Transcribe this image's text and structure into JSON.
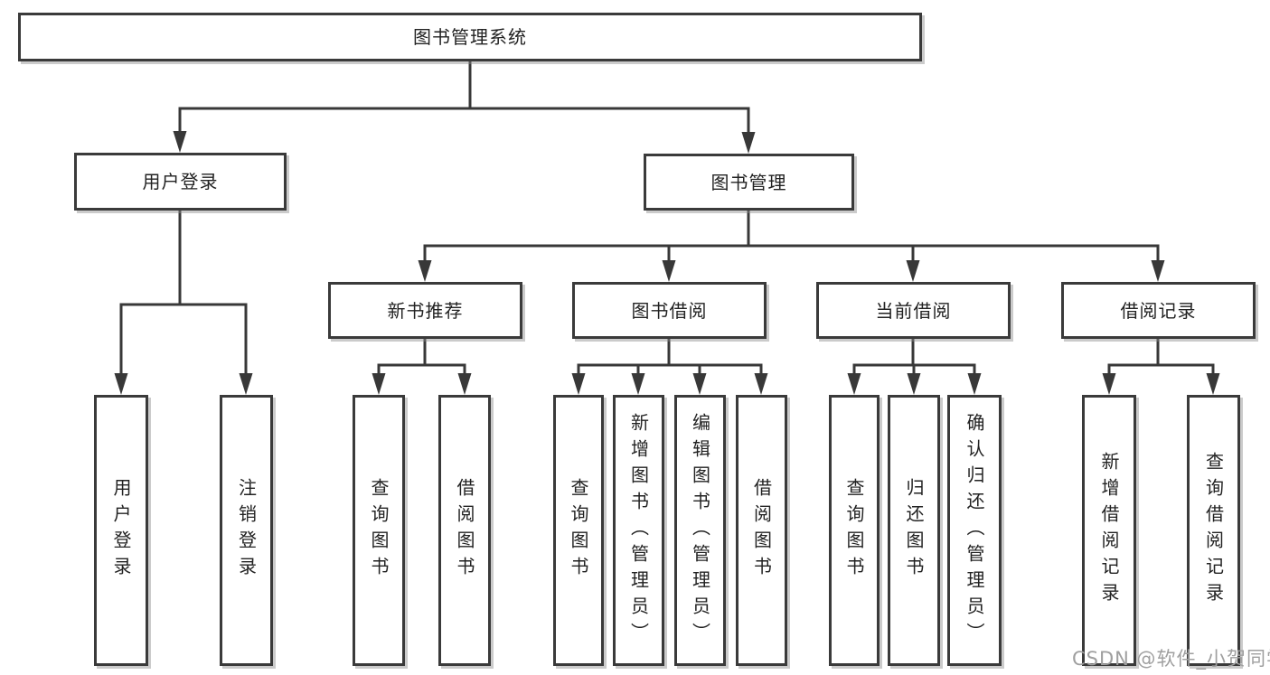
{
  "diagram": {
    "title": "图书管理系统",
    "nodes": [
      {
        "id": "root",
        "label": "图书管理系统",
        "vertical": false
      },
      {
        "id": "user-login",
        "label": "用户登录",
        "vertical": false
      },
      {
        "id": "book-mgmt",
        "label": "图书管理",
        "vertical": false
      },
      {
        "id": "new-books",
        "label": "新书推荐",
        "vertical": false
      },
      {
        "id": "book-borrow",
        "label": "图书借阅",
        "vertical": false
      },
      {
        "id": "current-borrow",
        "label": "当前借阅",
        "vertical": false
      },
      {
        "id": "borrow-records",
        "label": "借阅记录",
        "vertical": false
      },
      {
        "id": "login-op",
        "label": "用户登录",
        "vertical": true
      },
      {
        "id": "logout-op",
        "label": "注销登录",
        "vertical": true
      },
      {
        "id": "nb-query",
        "label": "查询图书",
        "vertical": true
      },
      {
        "id": "nb-borrow",
        "label": "借阅图书",
        "vertical": true
      },
      {
        "id": "bb-query",
        "label": "查询图书",
        "vertical": true
      },
      {
        "id": "bb-add",
        "label": "新增图书（管理员）",
        "vertical": true
      },
      {
        "id": "bb-edit",
        "label": "编辑图书（管理员）",
        "vertical": true
      },
      {
        "id": "bb-borrow",
        "label": "借阅图书",
        "vertical": true
      },
      {
        "id": "cb-query",
        "label": "查询图书",
        "vertical": true
      },
      {
        "id": "cb-return",
        "label": "归还图书",
        "vertical": true
      },
      {
        "id": "cb-confirm",
        "label": "确认归还（管理员）",
        "vertical": true
      },
      {
        "id": "br-add",
        "label": "新增借阅记录",
        "vertical": true
      },
      {
        "id": "br-query",
        "label": "查询借阅记录",
        "vertical": true
      }
    ],
    "edges": [
      [
        "root",
        "user-login"
      ],
      [
        "root",
        "book-mgmt"
      ],
      [
        "user-login",
        "login-op"
      ],
      [
        "user-login",
        "logout-op"
      ],
      [
        "book-mgmt",
        "new-books"
      ],
      [
        "book-mgmt",
        "book-borrow"
      ],
      [
        "book-mgmt",
        "current-borrow"
      ],
      [
        "book-mgmt",
        "borrow-records"
      ],
      [
        "new-books",
        "nb-query"
      ],
      [
        "new-books",
        "nb-borrow"
      ],
      [
        "book-borrow",
        "bb-query"
      ],
      [
        "book-borrow",
        "bb-add"
      ],
      [
        "book-borrow",
        "bb-edit"
      ],
      [
        "book-borrow",
        "bb-borrow"
      ],
      [
        "current-borrow",
        "cb-query"
      ],
      [
        "current-borrow",
        "cb-return"
      ],
      [
        "current-borrow",
        "cb-confirm"
      ],
      [
        "borrow-records",
        "br-add"
      ],
      [
        "borrow-records",
        "br-query"
      ]
    ]
  },
  "watermark": {
    "text": "CSDN @软件_小贺同学",
    "color": "#9f9f9f"
  },
  "colors": {
    "line": "#383838",
    "border": "#3a3a3a",
    "fill": "#ffffff",
    "text": "#222222"
  }
}
